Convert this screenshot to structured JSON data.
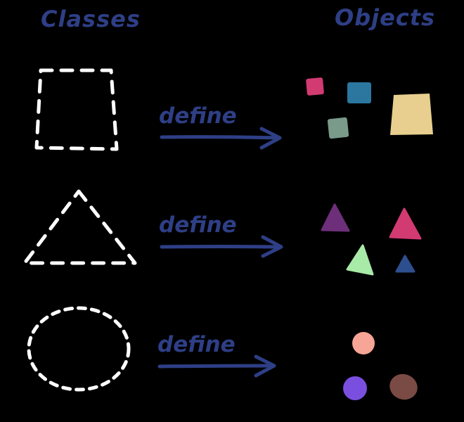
{
  "headings": {
    "classes": "Classes",
    "objects": "Objects"
  },
  "rows": [
    {
      "class_shape": "square",
      "arrow_label": "define",
      "objects": [
        {
          "shape": "square",
          "color": "#d23a72"
        },
        {
          "shape": "square",
          "color": "#2b77a0"
        },
        {
          "shape": "square",
          "color": "#7a9a8a"
        },
        {
          "shape": "trapezoid",
          "color": "#e8cf8f"
        }
      ]
    },
    {
      "class_shape": "triangle",
      "arrow_label": "define",
      "objects": [
        {
          "shape": "triangle",
          "color": "#6e2f7a"
        },
        {
          "shape": "triangle",
          "color": "#d23a72"
        },
        {
          "shape": "triangle",
          "color": "#a8eaa8"
        },
        {
          "shape": "triangle",
          "color": "#2e4f8f"
        }
      ]
    },
    {
      "class_shape": "circle",
      "arrow_label": "define",
      "objects": [
        {
          "shape": "circle",
          "color": "#f7a596"
        },
        {
          "shape": "circle",
          "color": "#7a4fe0"
        },
        {
          "shape": "circle",
          "color": "#7a4a44"
        }
      ]
    }
  ],
  "colors": {
    "background": "#000000",
    "ink": "#2e3f86",
    "class_outline": "#ffffff"
  }
}
